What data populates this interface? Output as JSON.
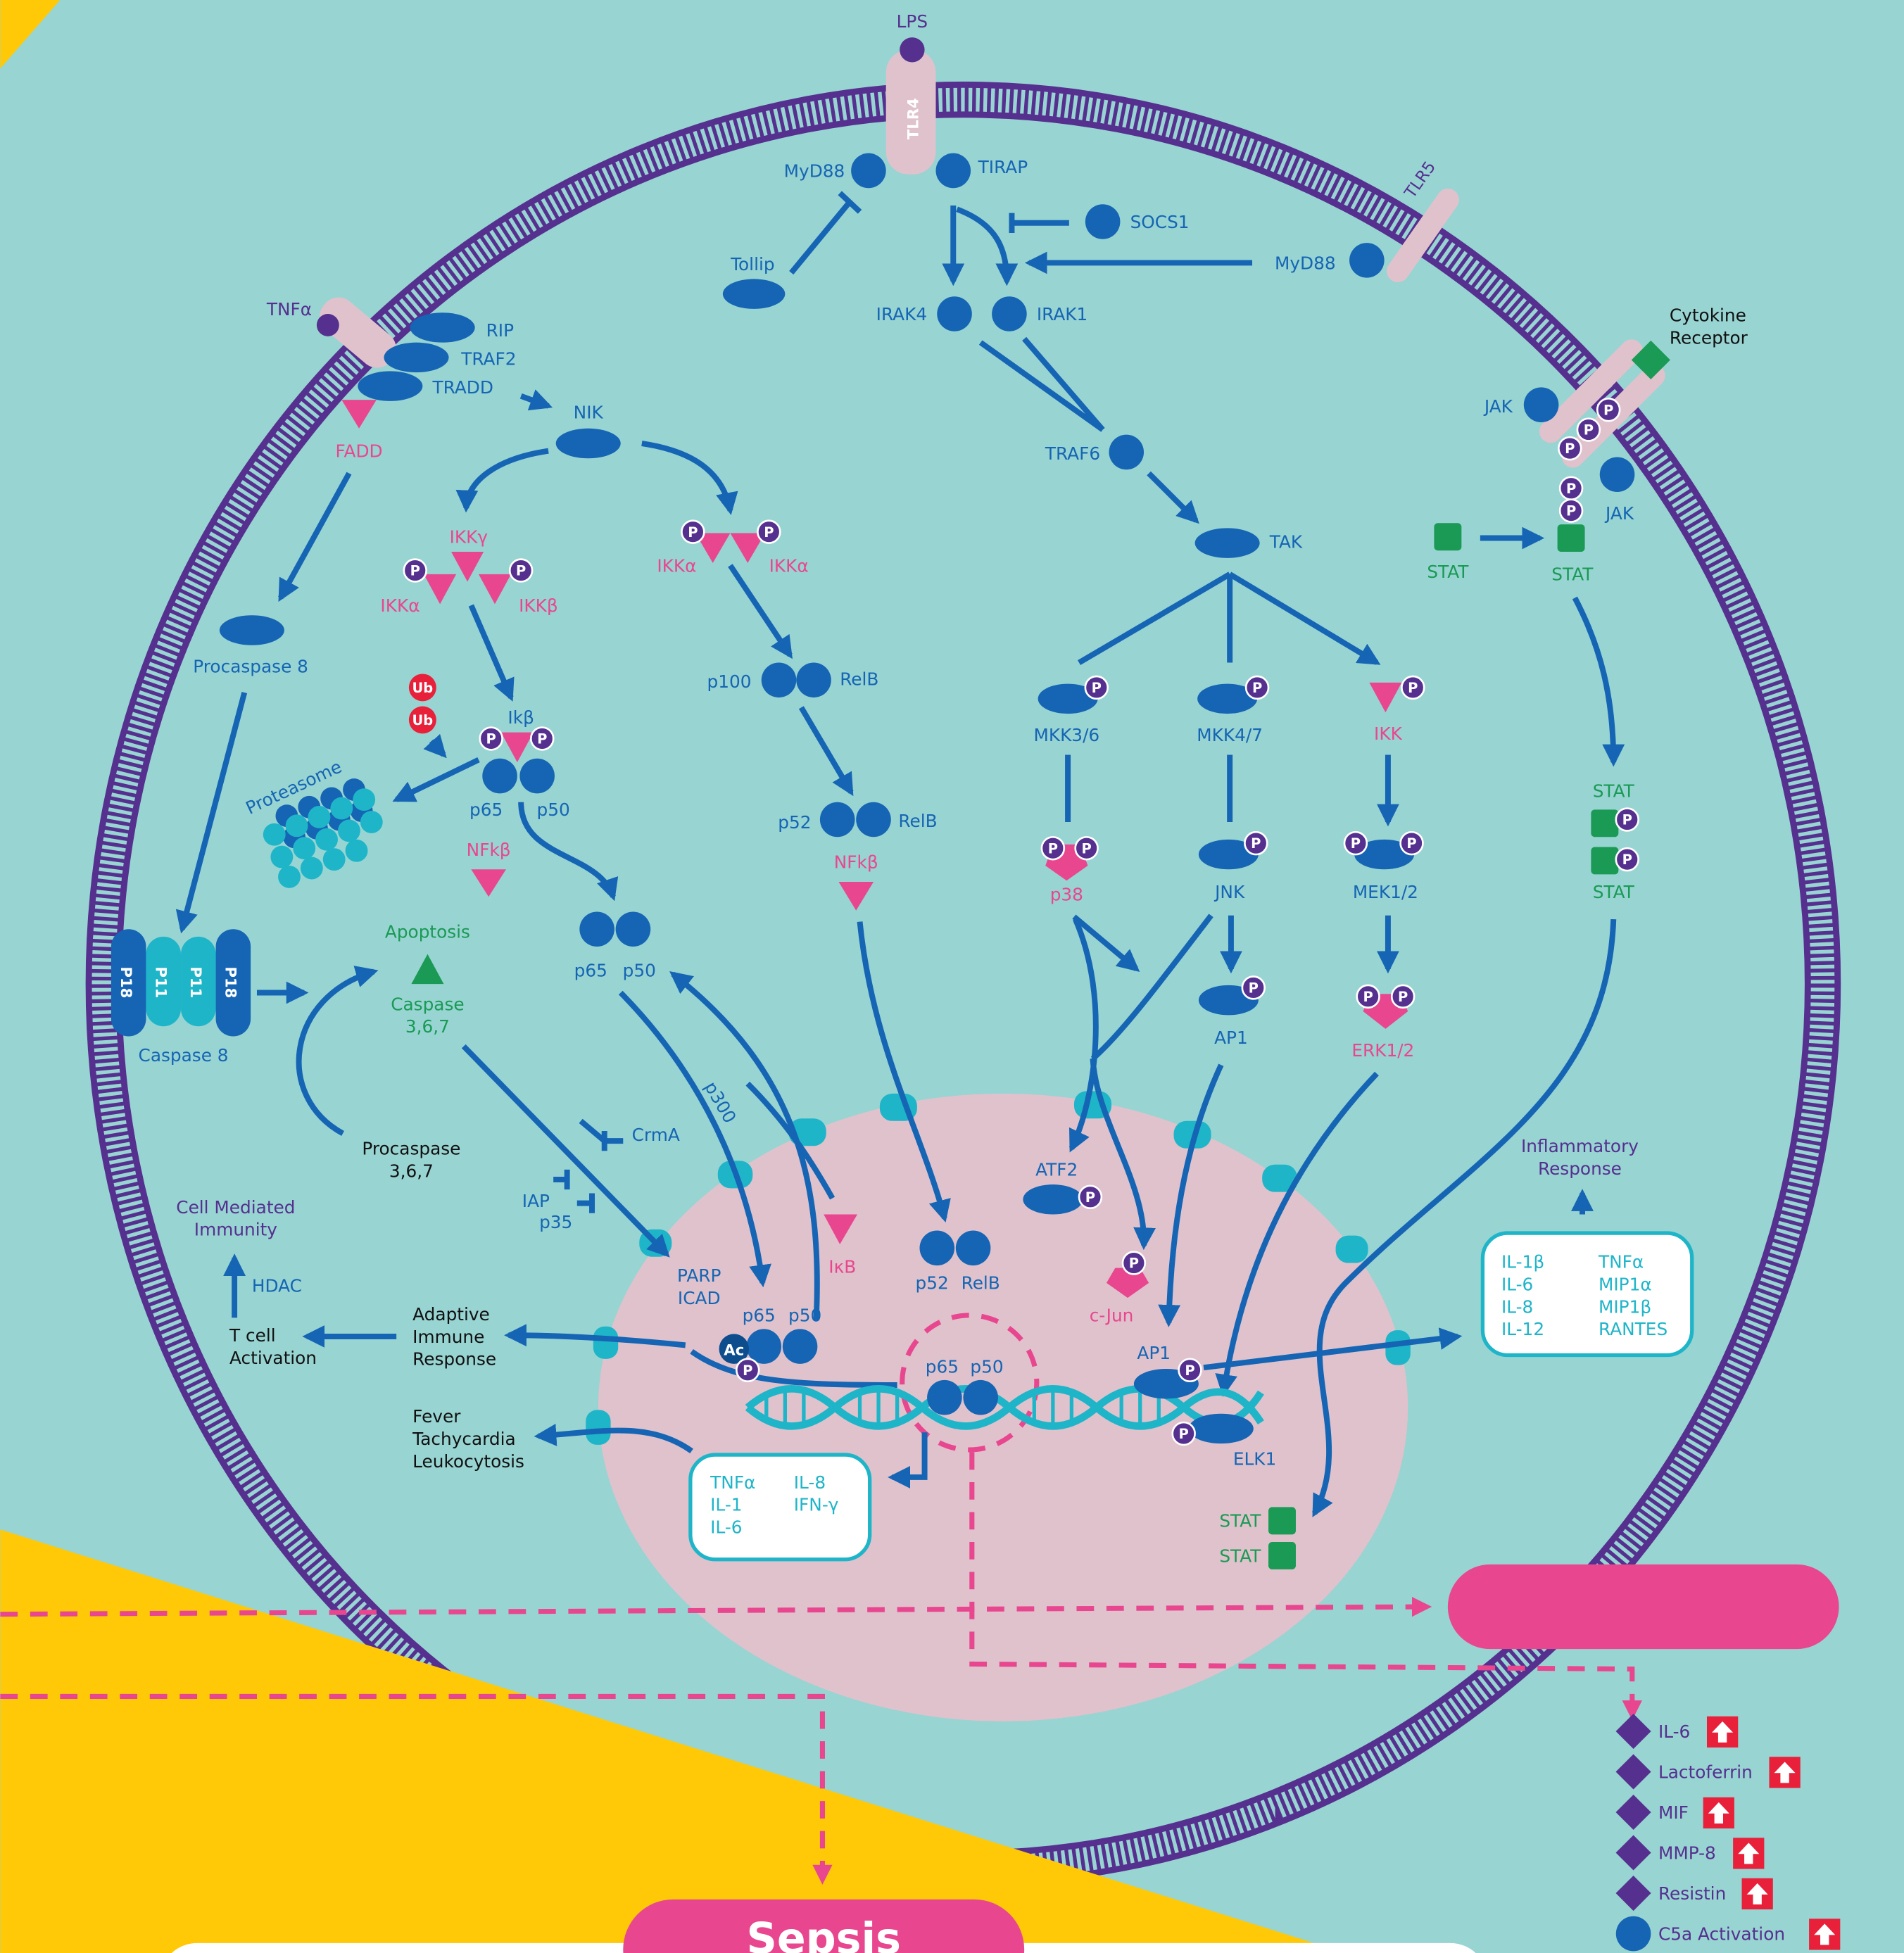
{
  "colors": {
    "cyto": "#98d4d2",
    "nucleus": "#dfc2cc",
    "membrane": "#55308f",
    "protein": "#1565b4",
    "pink": "#e8478f",
    "green": "#1a9a55",
    "yellow": "#ffc907",
    "cyan": "#1fb5c9"
  },
  "receptors": {
    "lps": "LPS",
    "tlr4": "TLR4",
    "tlr5": "TLR5",
    "tnfa": "TNFα",
    "cytokine_receptor_1": "Cytokine",
    "cytokine_receptor_2": "Receptor"
  },
  "tlr": {
    "myd88_a": "MyD88",
    "tirap": "TIRAP",
    "tollip": "Tollip",
    "socs1": "SOCS1",
    "myd88_b": "MyD88",
    "irak4": "IRAK4",
    "irak1": "IRAK1",
    "traf6": "TRAF6",
    "tak": "TAK"
  },
  "tnf": {
    "rip": "RIP",
    "traf2": "TRAF2",
    "tradd": "TRADD",
    "fadd": "FADD",
    "nik": "NIK",
    "procaspase8": "Procaspase 8",
    "caspase8": "Caspase 8",
    "p18": "P18",
    "p11": "P11"
  },
  "ikk": {
    "ikkg": "IKKγ",
    "ikka": "IKKα",
    "ikkb": "IKKβ",
    "ikka2": "IKKα",
    "ikka3": "IKKα",
    "ub": "Ub",
    "ikb_top": "Ikβ",
    "p65": "p65",
    "p50": "p50",
    "proteasome": "Proteasome",
    "nfkb1": "NFkβ",
    "p100": "p100",
    "relb1": "RelB",
    "p52": "p52",
    "relb2": "RelB",
    "nfkb2": "NFkβ",
    "p65b": "p65",
    "p50b": "p50",
    "p300": "p300"
  },
  "mapk": {
    "mkk36": "MKK3/6",
    "mkk47": "MKK4/7",
    "ikk": "IKK",
    "p38": "p38",
    "jnk": "JNK",
    "mek12": "MEK1/2",
    "ap1": "AP1",
    "erk12": "ERK1/2",
    "atf2": "ATF2",
    "cjun": "c-Jun"
  },
  "jak": {
    "jak1": "JAK",
    "jak2": "JAK",
    "stat1": "STAT",
    "stat2": "STAT",
    "stat3": "STAT",
    "stat4": "STAT",
    "stat5": "STAT",
    "stat6": "STAT"
  },
  "apoptosis": {
    "apoptosis": "Apoptosis",
    "caspase_a": "Caspase",
    "caspase_b": "3,6,7",
    "procaspase_a": "Procaspase",
    "procaspase_b": "3,6,7",
    "crma": "CrmA",
    "iap": "IAP",
    "p35": "p35",
    "parp": "PARP",
    "icad": "ICAD"
  },
  "nucleus": {
    "p65": "p65",
    "p50": "p50",
    "ac": "Ac",
    "ikb": "IκB",
    "p52": "p52",
    "relb": "RelB",
    "p65c": "p65",
    "p50c": "p50",
    "ap1": "AP1",
    "elk1": "ELK1"
  },
  "phospho": "P",
  "outcomes": {
    "adaptive": [
      "Adaptive",
      "Immune",
      "Response"
    ],
    "tcell": [
      "T cell",
      "Activation"
    ],
    "hdac": "HDAC",
    "cmi": [
      "Cell Mediated",
      "Immunity"
    ],
    "fever": [
      "Fever",
      "Tachycardia",
      "Leukocytosis"
    ],
    "inflammatory": [
      "Inflammatory",
      "Response"
    ]
  },
  "cytokine_box_a": [
    "TNFα",
    "IL-1",
    "IL-6",
    "IL-8",
    "IFN-γ"
  ],
  "cytokine_box_b": [
    "IL-1β",
    "IL-6",
    "IL-8",
    "IL-12",
    "TNFα",
    "MIP1α",
    "MIP1β",
    "RANTES"
  ],
  "biomarkers": [
    "IL-6",
    "Lactoferrin",
    "MIF",
    "MMP-8",
    "Resistin",
    "C5a Activation"
  ],
  "sepsis": "Sepsis"
}
